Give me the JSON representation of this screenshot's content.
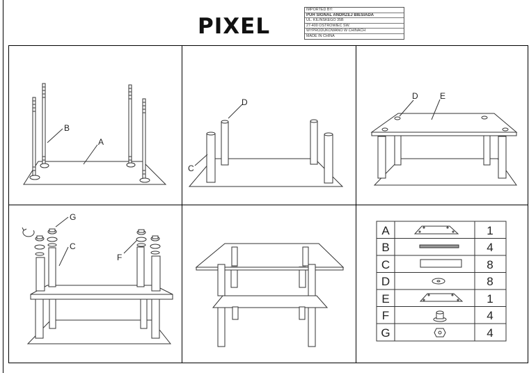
{
  "product": {
    "title": "PIXEL"
  },
  "importer": {
    "lines": [
      "IMPORTED BY:",
      "PUH SIGNAL ANDRZEJ BIESIADA",
      "UL. KILINSKEGO 35B",
      "27-400 OSTROWIEC SW.",
      "WYPRODUKOWANO W CHINACH",
      "MADE IN CHINA"
    ]
  },
  "steps": {
    "step1": {
      "labels": [
        "B",
        "A"
      ]
    },
    "step2": {
      "labels": [
        "D",
        "C"
      ]
    },
    "step3": {
      "labels": [
        "D",
        "E"
      ]
    },
    "step4": {
      "labels": [
        "G",
        "C",
        "F"
      ]
    }
  },
  "parts": [
    {
      "letter": "A",
      "qty": "1",
      "icon": "top-shelf-icon"
    },
    {
      "letter": "B",
      "qty": "4",
      "icon": "threaded-rod-icon"
    },
    {
      "letter": "C",
      "qty": "8",
      "icon": "tube-leg-icon"
    },
    {
      "letter": "D",
      "qty": "8",
      "icon": "washer-icon"
    },
    {
      "letter": "E",
      "qty": "1",
      "icon": "glass-top-icon"
    },
    {
      "letter": "F",
      "qty": "4",
      "icon": "cap-base-icon"
    },
    {
      "letter": "G",
      "qty": "4",
      "icon": "nut-icon"
    }
  ]
}
